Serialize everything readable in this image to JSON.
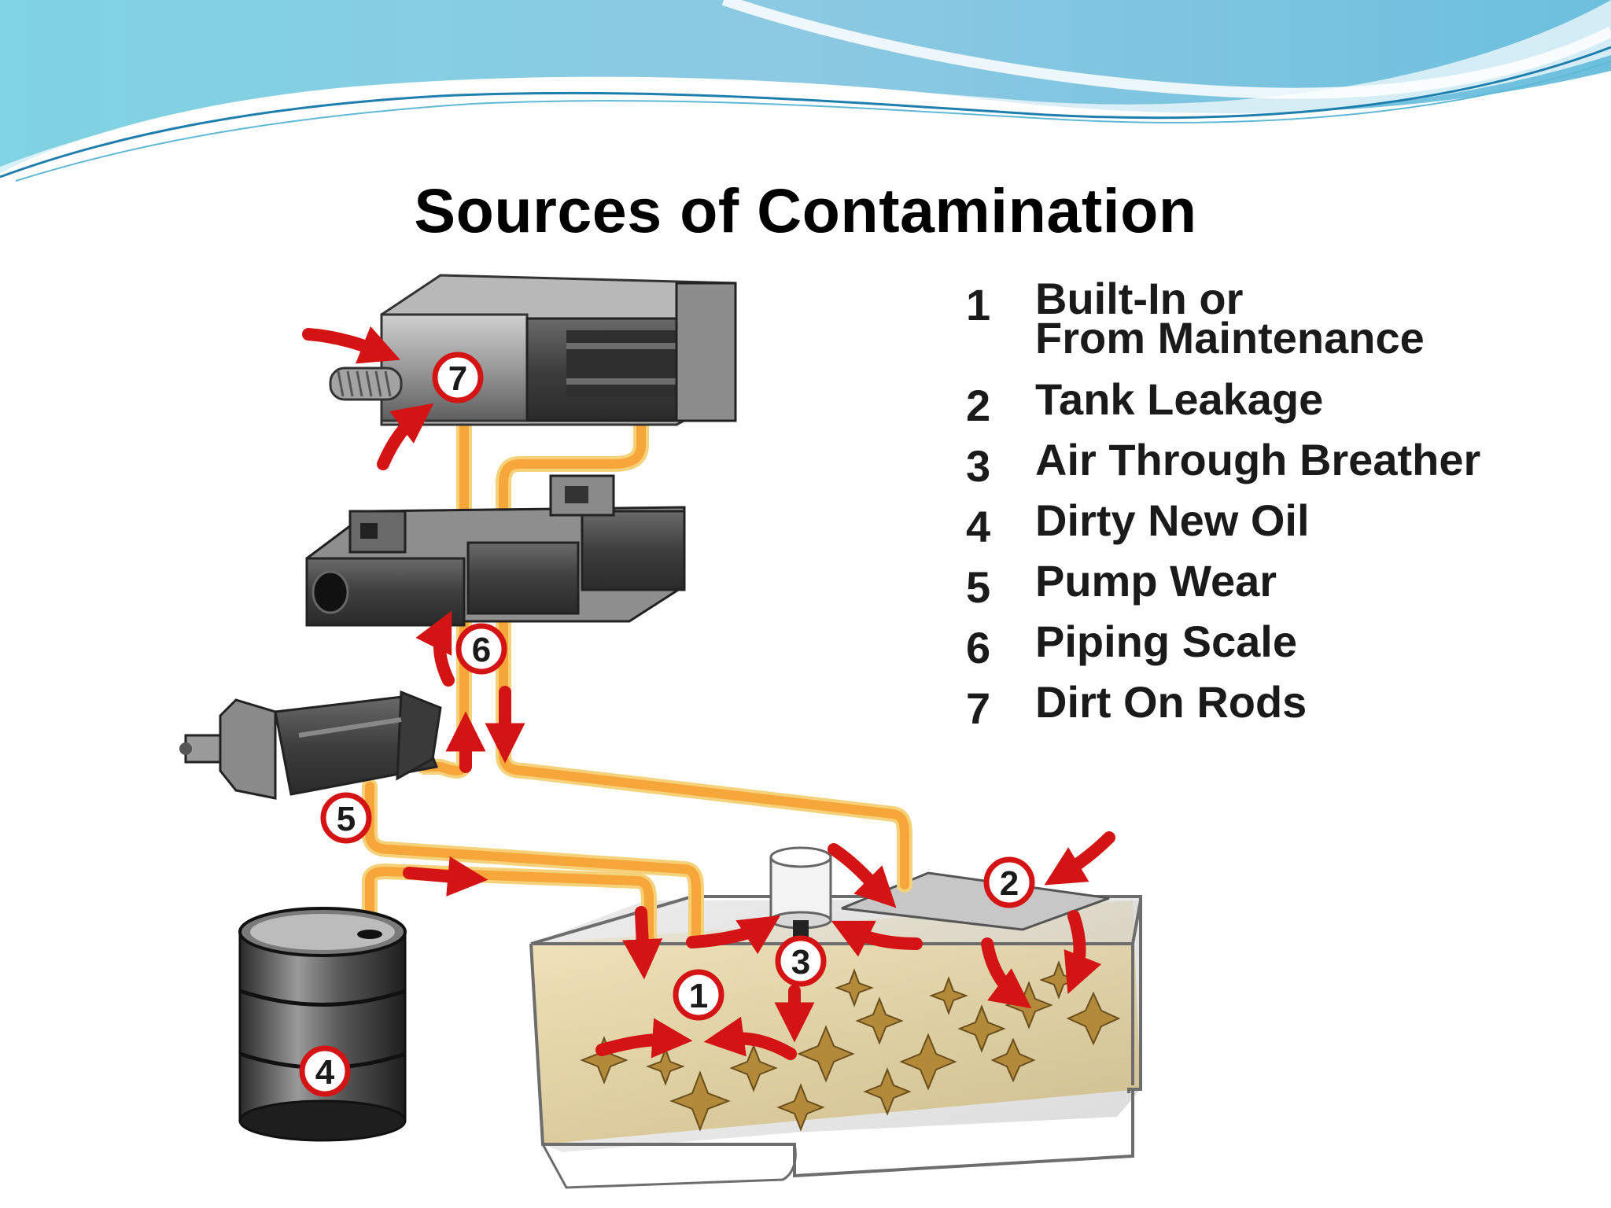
{
  "slide": {
    "title": "Sources of Contamination"
  },
  "legend": {
    "items": [
      {
        "number": "1",
        "line1": "Built-In or",
        "line2": "From Maintenance"
      },
      {
        "number": "2",
        "line1": "Tank Leakage"
      },
      {
        "number": "3",
        "line1": "Air Through Breather"
      },
      {
        "number": "4",
        "line1": "Dirty New Oil"
      },
      {
        "number": "5",
        "line1": "Pump Wear"
      },
      {
        "number": "6",
        "line1": "Piping Scale"
      },
      {
        "number": "7",
        "line1": "Dirt On Rods"
      }
    ]
  },
  "diagram": {
    "badges": {
      "b1": "1",
      "b2": "2",
      "b3": "3",
      "b4": "4",
      "b5": "5",
      "b6": "6",
      "b7": "7"
    }
  },
  "colors": {
    "pipe": "#f7a73a",
    "pipe_outline": "#f5d27a",
    "arrow": "#d41414",
    "oil": "#e8c557",
    "wave_light": "#a9dde6",
    "wave_dark": "#2a8fb8",
    "metal": "#8a8a8a"
  }
}
